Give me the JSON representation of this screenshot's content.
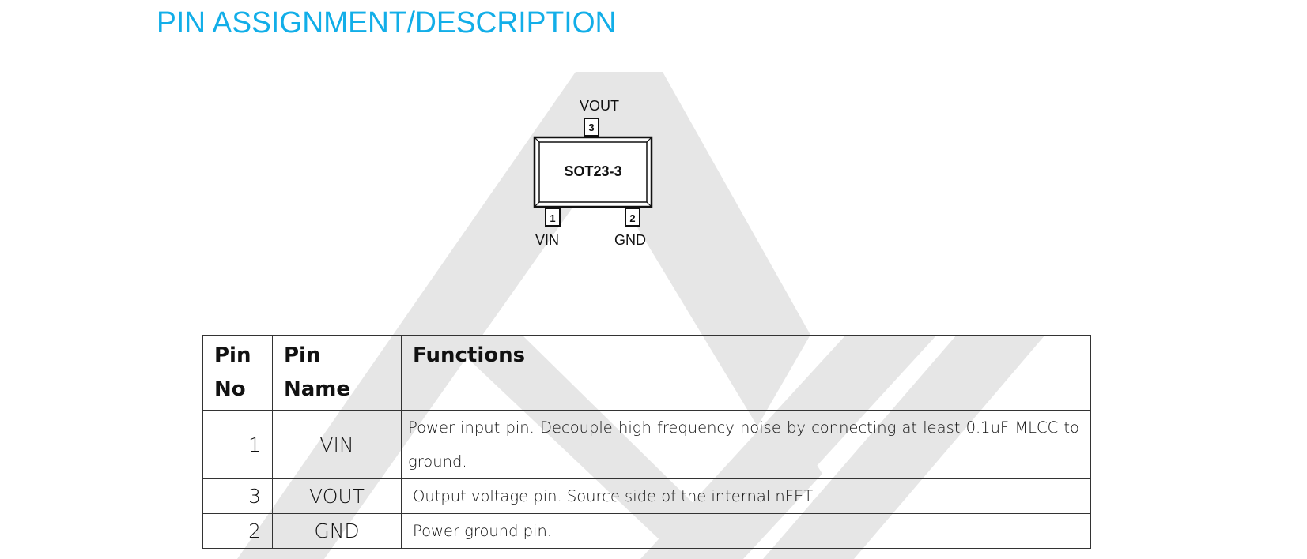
{
  "page": {
    "title": "PIN ASSIGNMENT/DESCRIPTION",
    "accent_color": "#12aee8",
    "watermark_color": "#e6e6e6"
  },
  "diagram": {
    "package_label": "SOT23-3",
    "pins": [
      {
        "number": "3",
        "label": "VOUT"
      },
      {
        "number": "1",
        "label": "VIN"
      },
      {
        "number": "2",
        "label": "GND"
      }
    ]
  },
  "table": {
    "headers": [
      "Pin No",
      "Pin Name",
      "Functions"
    ],
    "rows": [
      {
        "pin_no": "1",
        "pin_name": "VIN",
        "function": "Power input pin. Decouple high frequency noise by connecting at least 0.1uF MLCC to ground."
      },
      {
        "pin_no": "3",
        "pin_name": "VOUT",
        "function": "Output voltage pin. Source side of the internal nFET."
      },
      {
        "pin_no": "2",
        "pin_name": "GND",
        "function": "Power ground pin."
      }
    ]
  }
}
